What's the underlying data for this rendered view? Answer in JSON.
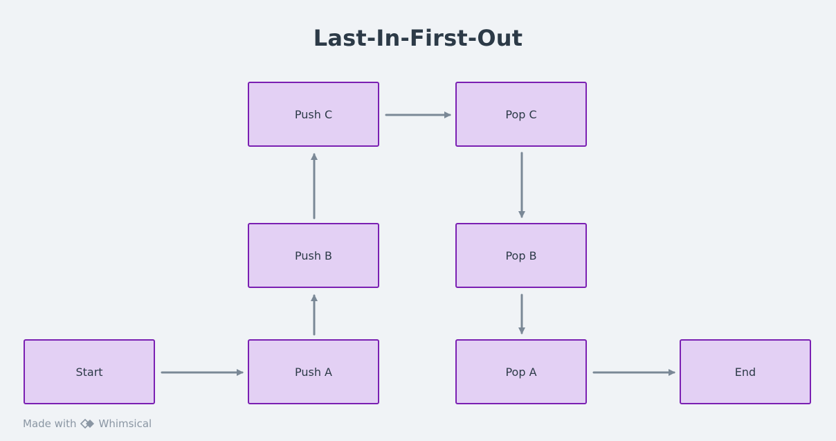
{
  "title": "Last-In-First-Out",
  "nodes": {
    "start": "Start",
    "push_a": "Push A",
    "push_b": "Push B",
    "push_c": "Push C",
    "pop_c": "Pop C",
    "pop_b": "Pop B",
    "pop_a": "Pop A",
    "end": "End"
  },
  "colors": {
    "background": "#f0f3f6",
    "node_fill": "#e3d0f4",
    "node_border": "#7a1fb2",
    "arrow": "#7a8896",
    "text": "#2c3a47"
  },
  "brand": {
    "prefix": "Made with",
    "name": "Whimsical",
    "icon": "whimsical-logo-icon"
  }
}
